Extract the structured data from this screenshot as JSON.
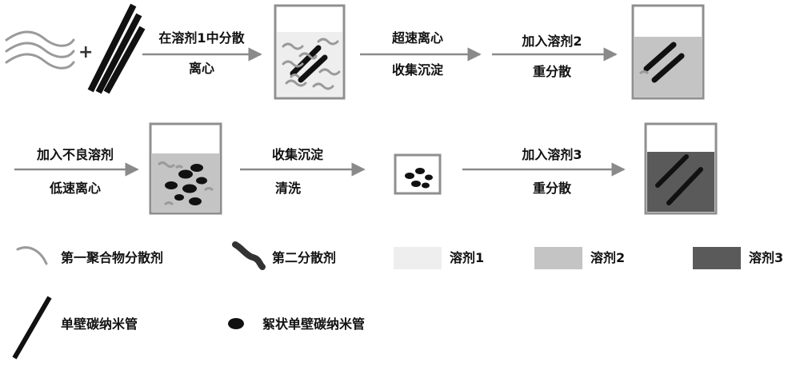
{
  "steps": {
    "s1_top": "在溶剂1中分散",
    "s1_bottom": "离心",
    "s2_top": "超速离心",
    "s2_bottom": "收集沉淀",
    "s3_top": "加入溶剂2",
    "s3_bottom": "重分散",
    "s4_top": "加入不良溶剂",
    "s4_bottom": "低速离心",
    "s5_top": "收集沉淀",
    "s5_bottom": "清洗",
    "s6_top": "加入溶剂3",
    "s6_bottom": "重分散"
  },
  "plus_sign": "+",
  "legend": {
    "first_polymer_dispersant": "第一聚合物分散剂",
    "second_dispersant": "第二分散剂",
    "solvent1": "溶剂1",
    "solvent2": "溶剂2",
    "solvent3": "溶剂3",
    "swcnt": "单壁碳纳米管",
    "flocculent_swcnt": "絮状单壁碳纳米管"
  },
  "colors": {
    "solvent1": "#eeeeee",
    "solvent2": "#c4c4c4",
    "solvent3": "#5a5a5a",
    "polymer_dispersant": "#9a9a9a",
    "nanotube": "#111111",
    "beaker_border": "#8f8f8f",
    "arrow": "#8a8a8a"
  }
}
